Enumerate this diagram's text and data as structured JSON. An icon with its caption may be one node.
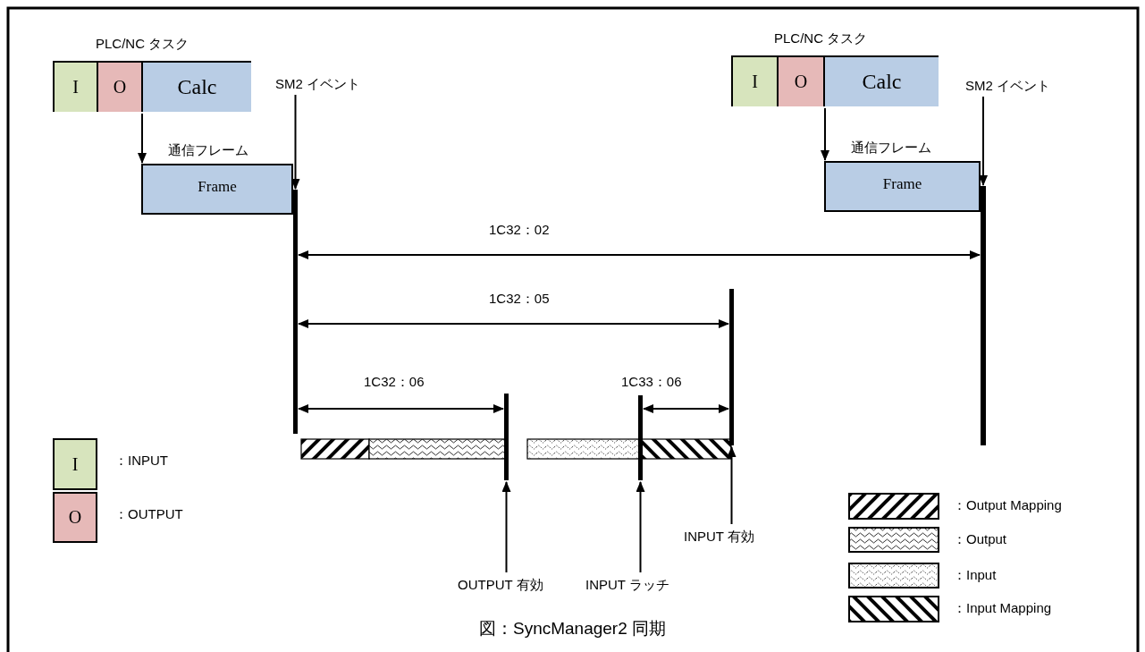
{
  "diagram": {
    "caption": "図：SyncManager2 同期",
    "nodes": [
      {
        "text": [
          "PLC/NC タスク"
        ]
      },
      {
        "text": [
          "I"
        ],
        "in": 0
      },
      {
        "text": [
          "O"
        ],
        "in": 0
      },
      {
        "text": [
          "Calc"
        ],
        "in": 0
      },
      {
        "text": [
          "通信フレーム",
          "Frame"
        ]
      },
      {
        "text": [
          "SM2 イベント"
        ]
      },
      {
        "text": [],
        "shape": "bar"
      },
      {
        "text": [
          "PLC/NC タスク"
        ]
      },
      {
        "text": [
          "I"
        ],
        "in": 7
      },
      {
        "text": [
          "O"
        ],
        "in": 7
      },
      {
        "text": [
          "Calc"
        ],
        "in": 7
      },
      {
        "text": [
          "通信フレーム",
          "Frame"
        ]
      },
      {
        "text": [
          "SM2 イベント"
        ]
      },
      {
        "text": [],
        "shape": "bar"
      },
      {
        "text": [],
        "shape": "bar"
      },
      {
        "text": [],
        "shape": "bar"
      },
      {
        "text": [],
        "shape": "bar"
      },
      {
        "text": [
          "OUTPUT 有効"
        ]
      },
      {
        "text": [
          "INPUT ラッチ"
        ]
      },
      {
        "text": [
          "INPUT 有効"
        ]
      }
    ],
    "edges": [
      {
        "from": 0,
        "to": 4,
        "arrow": "to"
      },
      {
        "from": 5,
        "to": 6,
        "arrow": "to"
      },
      {
        "from": 7,
        "to": 11,
        "arrow": "to"
      },
      {
        "from": 12,
        "to": 13,
        "arrow": "to"
      },
      {
        "from": 17,
        "to": 14,
        "arrow": "to"
      },
      {
        "from": 18,
        "to": 15,
        "arrow": "to"
      },
      {
        "from": 19,
        "to": 16,
        "arrow": "to"
      },
      {
        "from": 6,
        "to": 13,
        "arrow": "both",
        "label": "1C32：02"
      },
      {
        "from": 6,
        "to": 16,
        "arrow": "both",
        "label": "1C32：05"
      },
      {
        "from": 6,
        "to": 14,
        "arrow": "both",
        "label": "1C32：06"
      },
      {
        "from": 15,
        "to": 16,
        "arrow": "both",
        "label": "1C33：06"
      }
    ],
    "labels": [
      "I",
      "O"
    ],
    "legend": [
      {
        "text": "：INPUT",
        "color": "#d7e4bd"
      },
      {
        "text": "：OUTPUT",
        "color": "#e6b9b8"
      },
      {
        "text": "：Output Mapping"
      },
      {
        "text": "：Output"
      },
      {
        "text": "：Input"
      },
      {
        "text": "：Input Mapping"
      }
    ]
  }
}
